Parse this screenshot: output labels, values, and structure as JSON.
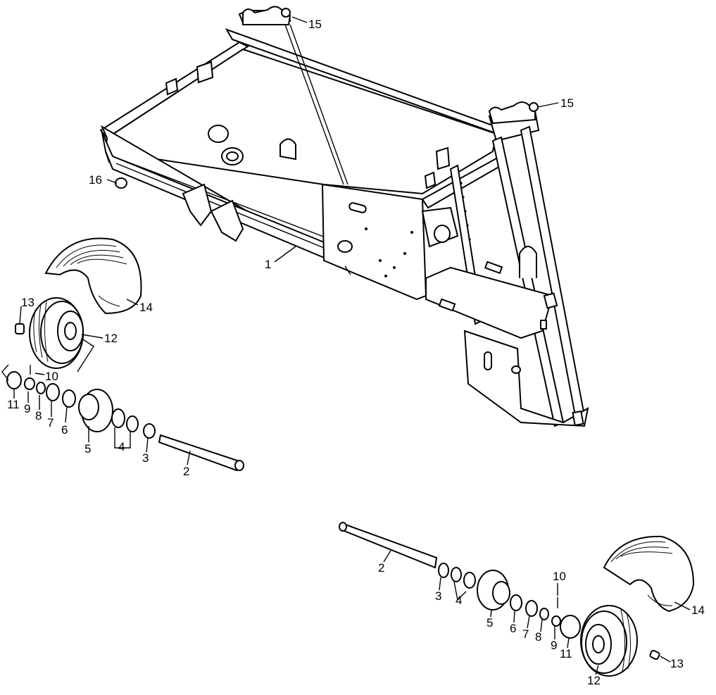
{
  "callouts": {
    "n1": "1",
    "n2a": "2",
    "n2b": "2",
    "n3a": "3",
    "n3b": "3",
    "n4a": "4",
    "n4b": "4",
    "n5a": "5",
    "n5b": "5",
    "n6a": "6",
    "n6b": "6",
    "n7a": "7",
    "n7b": "7",
    "n8a": "8",
    "n8b": "8",
    "n9a": "9",
    "n9b": "9",
    "n10a": "10",
    "n10b": "10",
    "n11a": "11",
    "n11b": "11",
    "n12a": "12",
    "n12b": "12",
    "n13a": "13",
    "n13b": "13",
    "n14a": "14",
    "n14b": "14",
    "n15a": "15",
    "n15b": "15",
    "n16": "16"
  }
}
